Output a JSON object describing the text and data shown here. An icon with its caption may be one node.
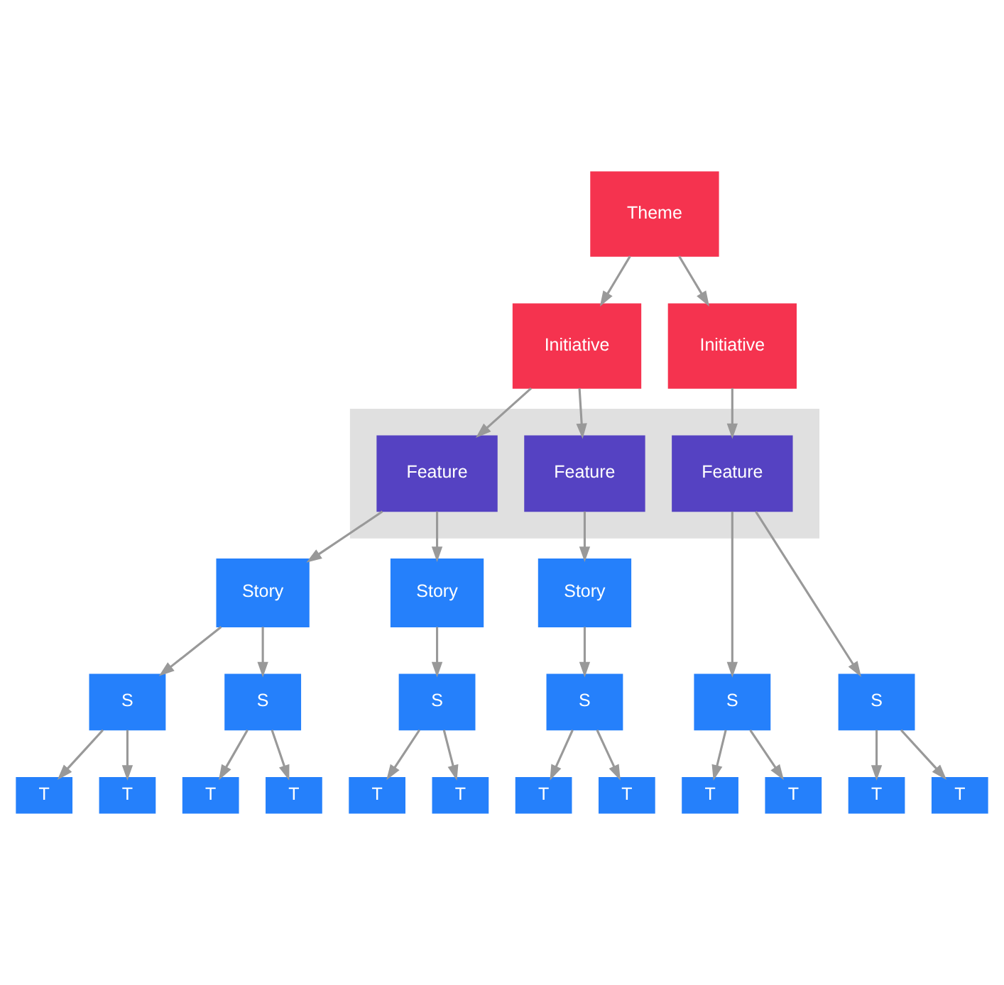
{
  "diagram": {
    "nodes": [
      {
        "text": [
          "Theme"
        ]
      },
      {
        "text": [
          "Initiative"
        ]
      },
      {
        "text": [
          "Initiative"
        ]
      },
      {
        "text": [],
        "shape": "band"
      },
      {
        "text": [
          "Feature"
        ],
        "in": 3
      },
      {
        "text": [
          "Feature"
        ],
        "in": 3
      },
      {
        "text": [
          "Feature"
        ],
        "in": 3
      },
      {
        "text": [
          "Story"
        ]
      },
      {
        "text": [
          "Story"
        ]
      },
      {
        "text": [
          "Story"
        ]
      },
      {
        "text": [
          "S"
        ]
      },
      {
        "text": [
          "S"
        ]
      },
      {
        "text": [
          "S"
        ]
      },
      {
        "text": [
          "S"
        ]
      },
      {
        "text": [
          "S"
        ]
      },
      {
        "text": [
          "S"
        ]
      },
      {
        "text": [
          "T"
        ]
      },
      {
        "text": [
          "T"
        ]
      },
      {
        "text": [
          "T"
        ]
      },
      {
        "text": [
          "T"
        ]
      },
      {
        "text": [
          "T"
        ]
      },
      {
        "text": [
          "T"
        ]
      },
      {
        "text": [
          "T"
        ]
      },
      {
        "text": [
          "T"
        ]
      },
      {
        "text": [
          "T"
        ]
      },
      {
        "text": [
          "T"
        ]
      },
      {
        "text": [
          "T"
        ]
      },
      {
        "text": [
          "T"
        ]
      }
    ],
    "edges": [
      {
        "from": 0,
        "to": 1,
        "arrow": "to"
      },
      {
        "from": 0,
        "to": 2,
        "arrow": "to"
      },
      {
        "from": 1,
        "to": 4,
        "arrow": "to"
      },
      {
        "from": 1,
        "to": 5,
        "arrow": "to"
      },
      {
        "from": 2,
        "to": 6,
        "arrow": "to"
      },
      {
        "from": 4,
        "to": 7,
        "arrow": "to"
      },
      {
        "from": 4,
        "to": 8,
        "arrow": "to"
      },
      {
        "from": 5,
        "to": 9,
        "arrow": "to"
      },
      {
        "from": 7,
        "to": 10,
        "arrow": "to"
      },
      {
        "from": 7,
        "to": 11,
        "arrow": "to"
      },
      {
        "from": 8,
        "to": 12,
        "arrow": "to"
      },
      {
        "from": 9,
        "to": 13,
        "arrow": "to"
      },
      {
        "from": 6,
        "to": 14,
        "arrow": "to"
      },
      {
        "from": 6,
        "to": 15,
        "arrow": "to"
      },
      {
        "from": 10,
        "to": 16,
        "arrow": "to"
      },
      {
        "from": 10,
        "to": 17,
        "arrow": "to"
      },
      {
        "from": 11,
        "to": 18,
        "arrow": "to"
      },
      {
        "from": 11,
        "to": 19,
        "arrow": "to"
      },
      {
        "from": 12,
        "to": 20,
        "arrow": "to"
      },
      {
        "from": 12,
        "to": 21,
        "arrow": "to"
      },
      {
        "from": 13,
        "to": 22,
        "arrow": "to"
      },
      {
        "from": 13,
        "to": 23,
        "arrow": "to"
      },
      {
        "from": 14,
        "to": 24,
        "arrow": "to"
      },
      {
        "from": 14,
        "to": 25,
        "arrow": "to"
      },
      {
        "from": 15,
        "to": 26,
        "arrow": "to"
      },
      {
        "from": 15,
        "to": 27,
        "arrow": "to"
      }
    ]
  }
}
